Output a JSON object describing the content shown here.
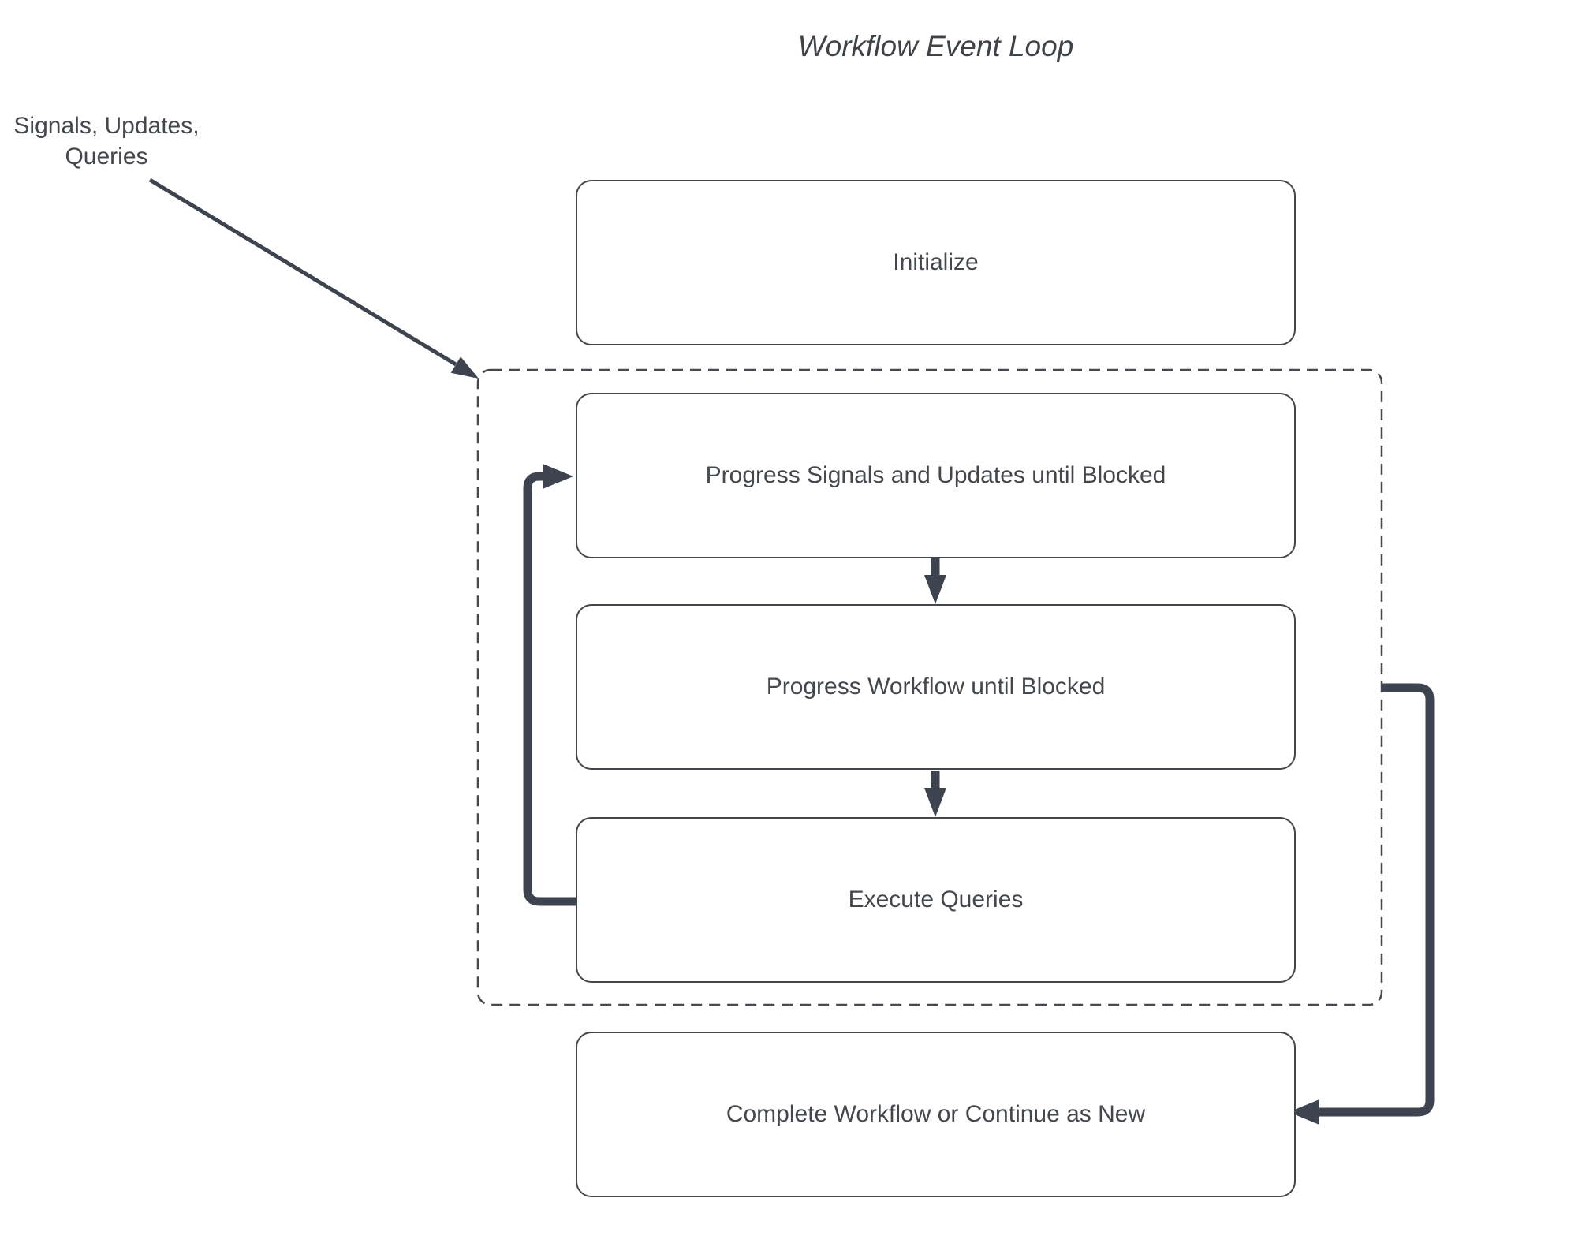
{
  "diagram": {
    "title": "Workflow Event Loop",
    "annotation": "Signals, Updates,\nQueries",
    "nodes": [
      {
        "id": "initialize",
        "label": "Initialize"
      },
      {
        "id": "progress-signals",
        "label": "Progress Signals and Updates until Blocked"
      },
      {
        "id": "progress-workflow",
        "label": "Progress Workflow until Blocked"
      },
      {
        "id": "execute-queries",
        "label": "Execute Queries"
      },
      {
        "id": "complete-workflow",
        "label": "Complete Workflow or Continue as New"
      }
    ],
    "connectors": [
      {
        "id": "signals-input",
        "from": "annotation",
        "to": "event-loop-container"
      },
      {
        "id": "signals-to-workflow",
        "from": "progress-signals",
        "to": "progress-workflow"
      },
      {
        "id": "workflow-to-queries",
        "from": "progress-workflow",
        "to": "execute-queries"
      },
      {
        "id": "queries-loopback",
        "from": "execute-queries",
        "to": "progress-signals"
      },
      {
        "id": "loop-to-complete",
        "from": "event-loop-container",
        "to": "complete-workflow"
      }
    ],
    "colors": {
      "background": "#ffffff",
      "line": "#3d4450",
      "box_border": "#43464a",
      "text": "#44474c",
      "title_text": "#3f4347"
    }
  }
}
